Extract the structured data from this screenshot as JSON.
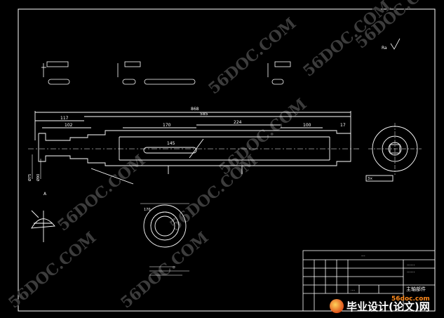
{
  "drawing": {
    "dims": {
      "overall": "868",
      "inner": "585",
      "left1": "117",
      "left2": "102",
      "mid": "170",
      "seg": "224",
      "seg2": "100",
      "small1": "17",
      "slot": "145",
      "dia1": "Ø75",
      "dia2": "Ø90",
      "circle_r": "170"
    },
    "section_label": "A",
    "gauge_label": "3×",
    "roughness": "Ra"
  },
  "title_block": {
    "heading": "···",
    "part_name": "主轴部件",
    "school_line1": "······",
    "school_line2": "······",
    "row_label": "····"
  },
  "watermark": {
    "text": "56DOC.COM"
  },
  "branding": {
    "logo_text": "毕业设计(论文)网",
    "site_text": "56doc.com"
  },
  "colors": {
    "background": "#000000",
    "lines": "#ffffff",
    "watermark": "#4a4a4a",
    "accent": "#ff8a1c"
  }
}
